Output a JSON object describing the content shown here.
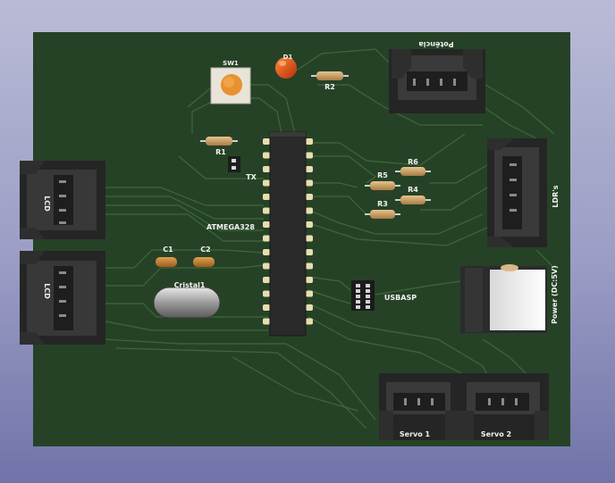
{
  "colors": {
    "board": "#264226",
    "trace": "#3f6b3f",
    "connector": "#2a2a2a",
    "pad": "#e6d8a8",
    "led": "#d64a12",
    "button": "#e89a3a",
    "chip": "#2f2f2f",
    "resistor": "#c9a06a"
  },
  "labels": {
    "sw1": "SW1",
    "d1": "D1",
    "r1": "R1",
    "r2": "R2",
    "r3": "R3",
    "r4": "R4",
    "r5": "R5",
    "r6": "R6",
    "c1": "C1",
    "c2": "C2",
    "tx": "TX",
    "mcu": "ATMEGA328",
    "crystal": "Cristal1",
    "usbasp": "USBASP",
    "potencia": "Potência",
    "ldrs": "LDR's",
    "lcd_top": "LCD",
    "lcd_bottom": "LCD",
    "power": "Power (DC:5V)",
    "servo1": "Servo 1",
    "servo2": "Servo 2"
  }
}
